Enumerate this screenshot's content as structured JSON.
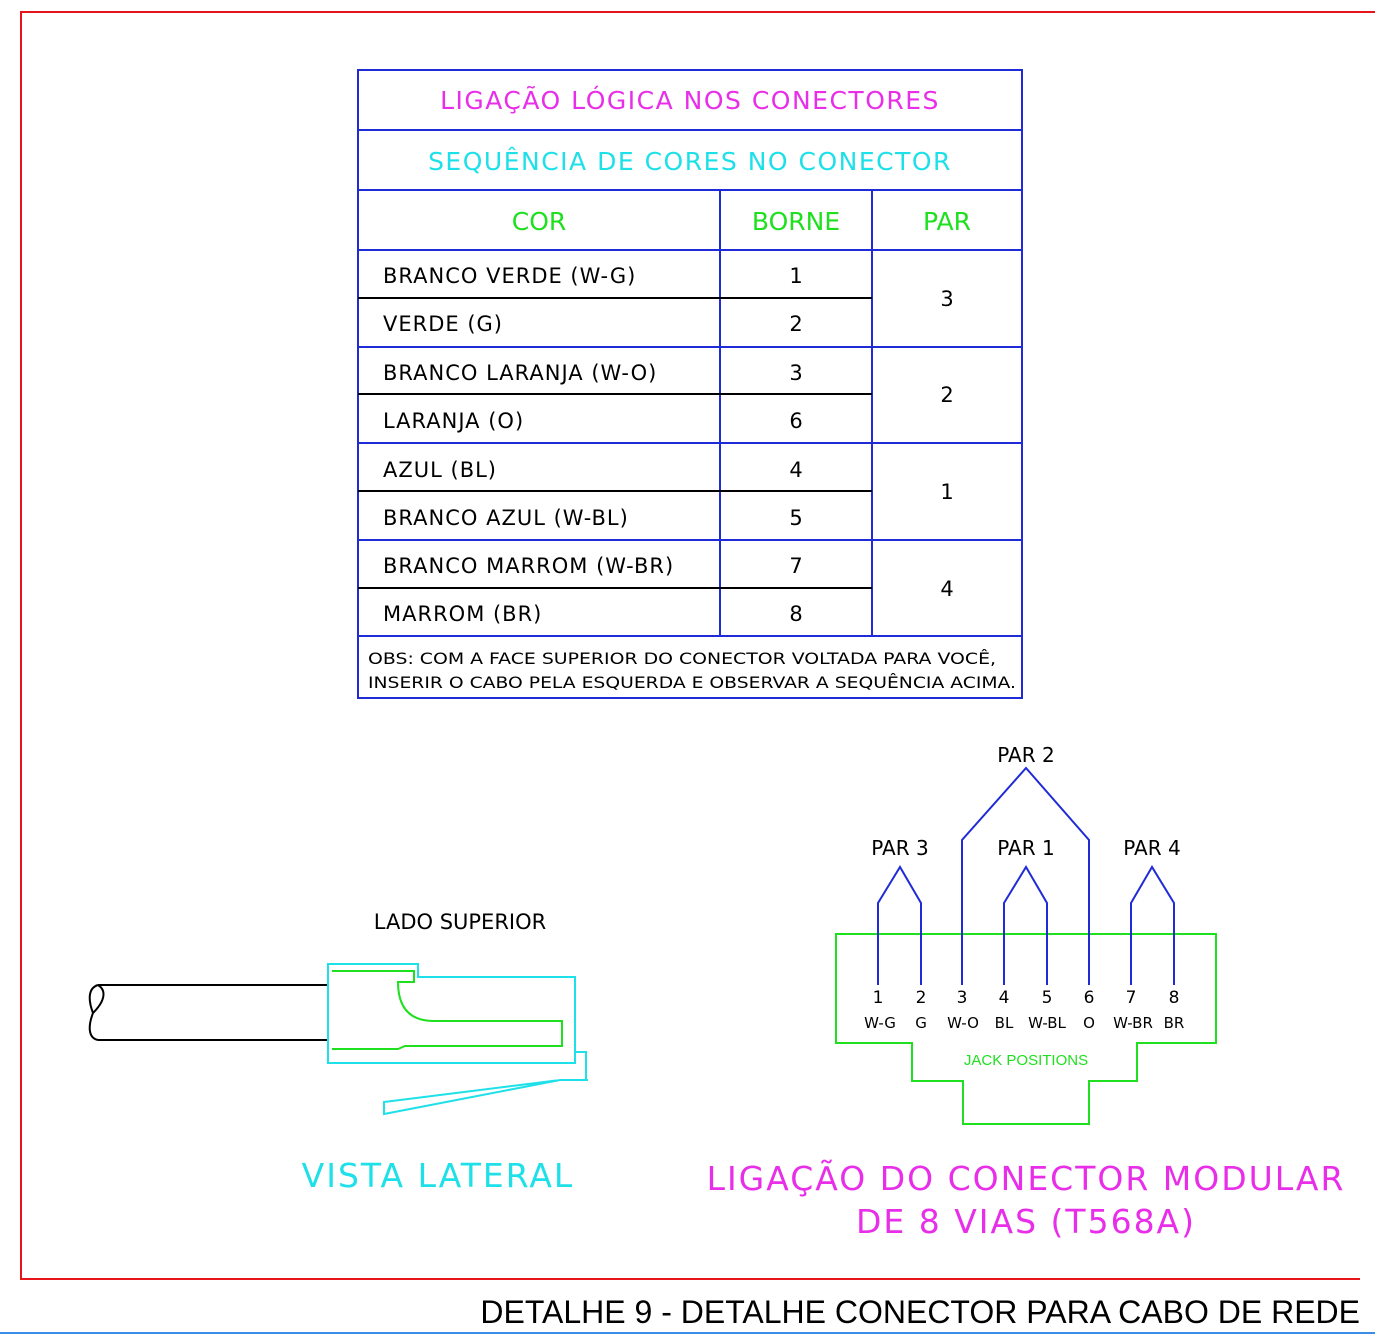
{
  "colors": {
    "frame": "#e8141c",
    "table": "#1f2bd6",
    "magenta": "#e82ee8",
    "cyan": "#1ee0e8",
    "green": "#1ee01e",
    "ink": "#000000",
    "title_line": "#3a8ee8"
  },
  "table": {
    "title": "LIGAÇÃO LÓGICA NOS CONECTORES",
    "subtitle": "SEQUÊNCIA DE CORES NO CONECTOR",
    "headers": {
      "cor": "COR",
      "borne": "BORNE",
      "par": "PAR"
    },
    "rows": [
      {
        "cor": "BRANCO VERDE (W-G)",
        "borne": "1"
      },
      {
        "cor": "VERDE (G)",
        "borne": "2"
      },
      {
        "cor": "BRANCO LARANJA (W-O)",
        "borne": "3"
      },
      {
        "cor": "LARANJA (O)",
        "borne": "6"
      },
      {
        "cor": "AZUL (BL)",
        "borne": "4"
      },
      {
        "cor": "BRANCO AZUL (W-BL)",
        "borne": "5"
      },
      {
        "cor": "BRANCO MARROM (W-BR)",
        "borne": "7"
      },
      {
        "cor": "MARROM (BR)",
        "borne": "8"
      }
    ],
    "pares": [
      "3",
      "2",
      "1",
      "4"
    ],
    "obs_line1": "OBS: COM A FACE SUPERIOR DO CONECTOR VOLTADA PARA VOCÊ,",
    "obs_line2": "INSERIR O CABO PELA ESQUERDA E OBSERVAR A SEQUÊNCIA ACIMA."
  },
  "side_view": {
    "top_label": "LADO SUPERIOR",
    "caption": "VISTA LATERAL"
  },
  "jack": {
    "pair_labels": {
      "p2": "PAR 2",
      "p3": "PAR 3",
      "p1": "PAR 1",
      "p4": "PAR 4"
    },
    "pins": [
      "1",
      "2",
      "3",
      "4",
      "5",
      "6",
      "7",
      "8"
    ],
    "pin_colors": [
      "W-G",
      "G",
      "W-O",
      "BL",
      "W-BL",
      "O",
      "W-BR",
      "BR"
    ],
    "positions_label": "JACK POSITIONS",
    "caption_line1": "LIGAÇÃO DO CONECTOR MODULAR",
    "caption_line2": "DE 8 VIAS (T568A)"
  },
  "sheet_title": "DETALHE 9 - DETALHE CONECTOR PARA CABO DE REDE"
}
